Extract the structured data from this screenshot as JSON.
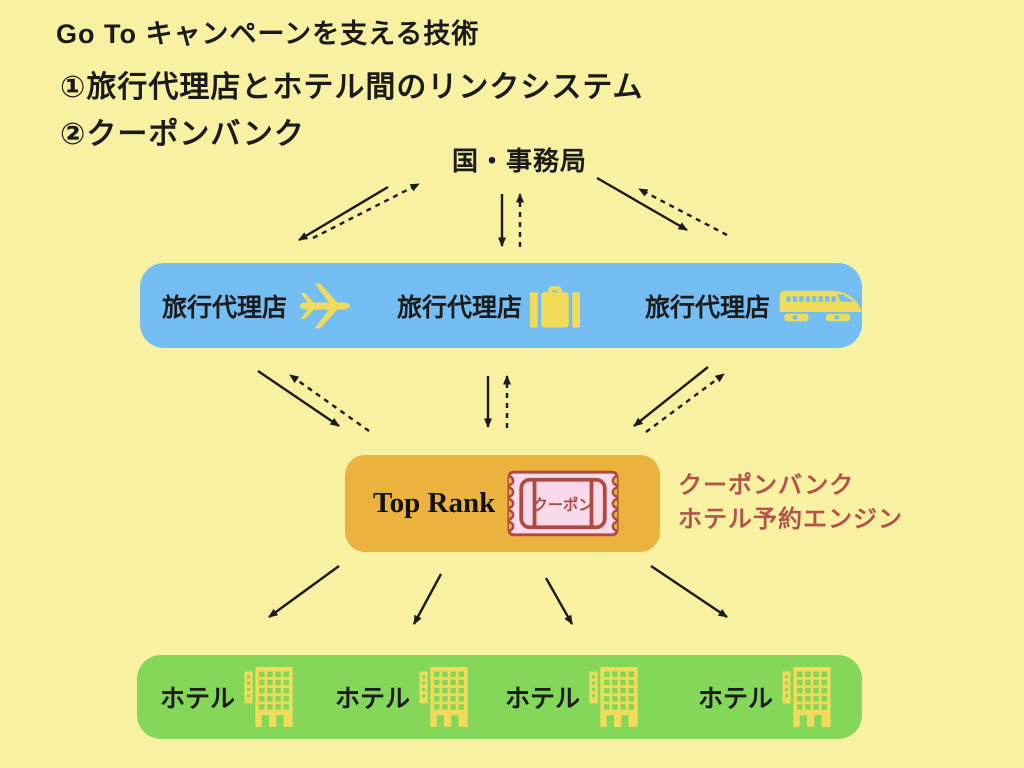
{
  "page": {
    "background": "#F8F1A1",
    "title": "Go To キャンペーンを支える技術",
    "subtitle_1": "①旅行代理店とホテル間のリンクシステム",
    "subtitle_2": "②クーポンバンク"
  },
  "colors": {
    "agency_bar": "#75BEF4",
    "hotel_bar": "#85D75A",
    "coupon_box": "#EBB23E",
    "icon_yellow": "#F0DC5A",
    "ticket_fill": "#FADAEA",
    "ticket_border": "#AE4A40",
    "note_text": "#B2544B"
  },
  "diagram": {
    "top_node": {
      "label": "国・事務局"
    },
    "agency_bar": {
      "items": [
        {
          "label": "旅行代理店",
          "icon": "airplane"
        },
        {
          "label": "旅行代理店",
          "icon": "suitcase"
        },
        {
          "label": "旅行代理店",
          "icon": "bullet-train"
        }
      ]
    },
    "coupon_box": {
      "label": "Top Rank",
      "ticket_label": "クーポン"
    },
    "side_note": {
      "line1": "クーポンバンク",
      "line2": "ホテル予約エンジン"
    },
    "hotel_bar": {
      "items": [
        {
          "label": "ホテル",
          "icon": "building"
        },
        {
          "label": "ホテル",
          "icon": "building"
        },
        {
          "label": "ホテル",
          "icon": "building"
        },
        {
          "label": "ホテル",
          "icon": "building"
        }
      ]
    }
  }
}
